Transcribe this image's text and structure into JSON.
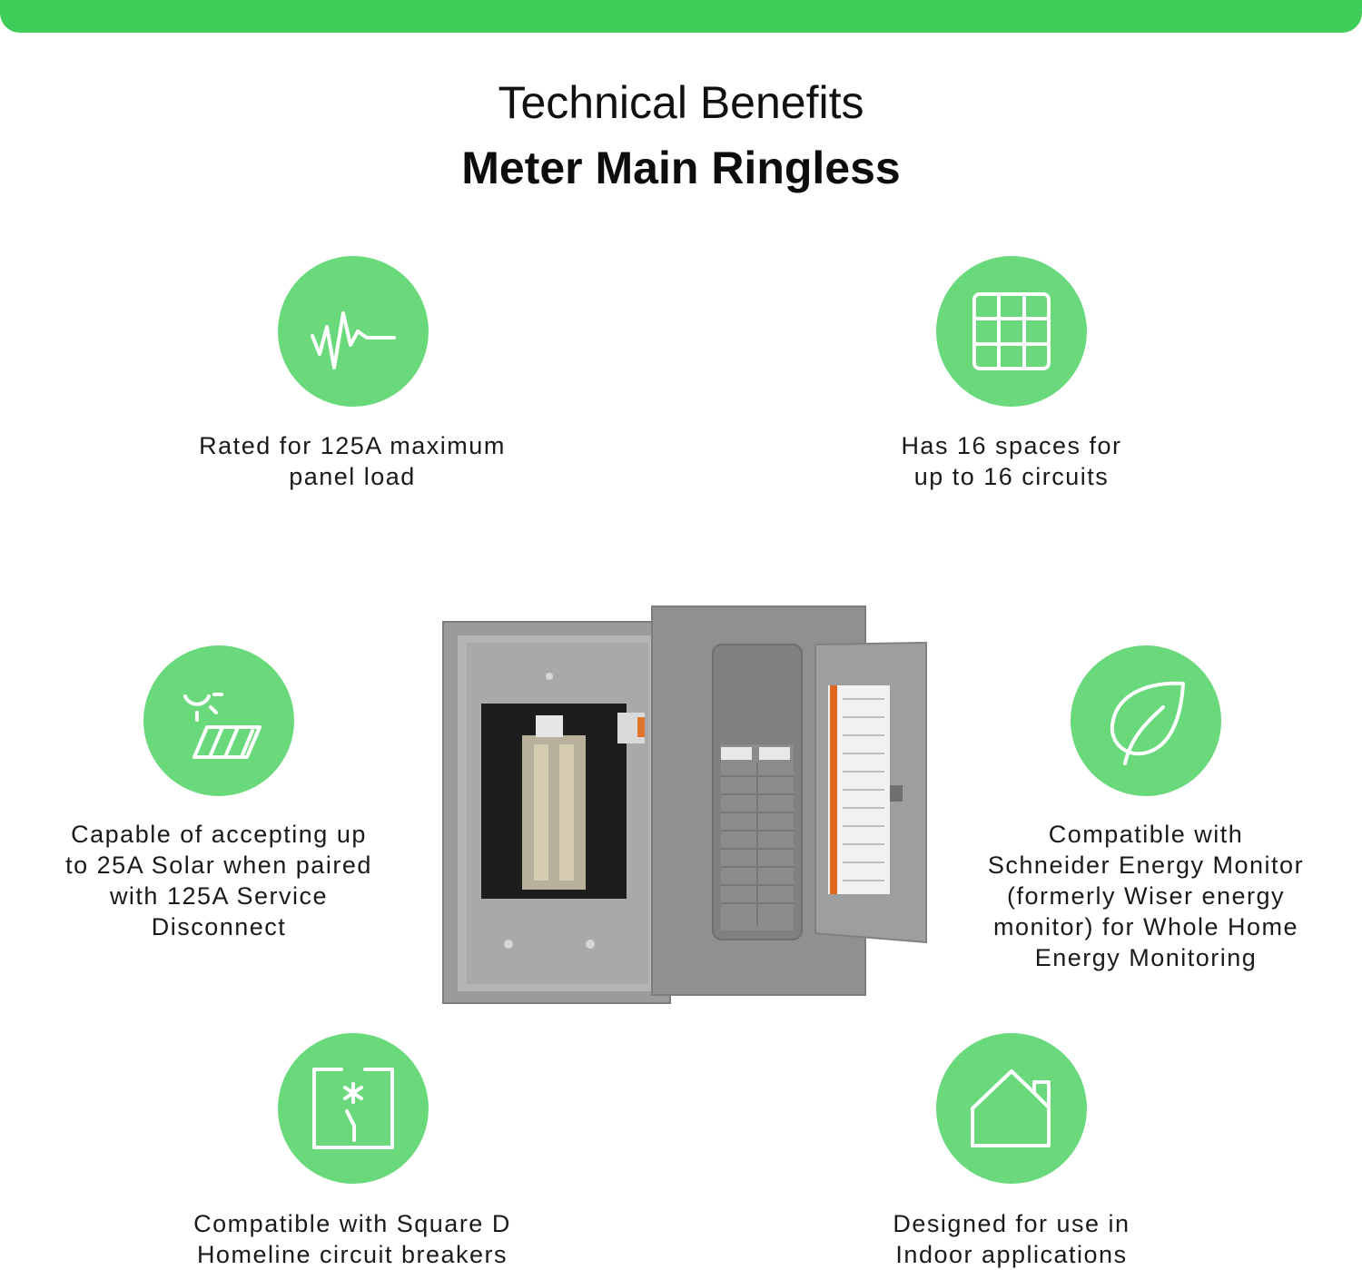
{
  "header": {
    "title": "Technical Benefits",
    "subtitle": "Meter Main Ringless"
  },
  "colors": {
    "accent_bar": "#3fcd5a",
    "icon_circle": "#6ad97c"
  },
  "features": [
    {
      "icon": "waveform-icon",
      "lines": [
        "Rated for 125A maximum",
        "panel load"
      ]
    },
    {
      "icon": "grid-icon",
      "lines": [
        "Has 16 spaces for",
        "up to 16 circuits"
      ]
    },
    {
      "icon": "solar-panel-icon",
      "lines": [
        "Capable of accepting up",
        "to 25A Solar when paired",
        "with 125A Service",
        "Disconnect"
      ]
    },
    {
      "icon": "leaf-icon",
      "lines": [
        "Compatible with",
        "Schneider Energy Monitor",
        "(formerly Wiser energy",
        "monitor) for Whole Home",
        "Energy Monitoring"
      ]
    },
    {
      "icon": "circuit-breaker-icon",
      "lines": [
        "Compatible with Square D",
        "Homeline circuit breakers"
      ]
    },
    {
      "icon": "house-icon",
      "lines": [
        "Designed for use in",
        "Indoor applications"
      ]
    }
  ]
}
